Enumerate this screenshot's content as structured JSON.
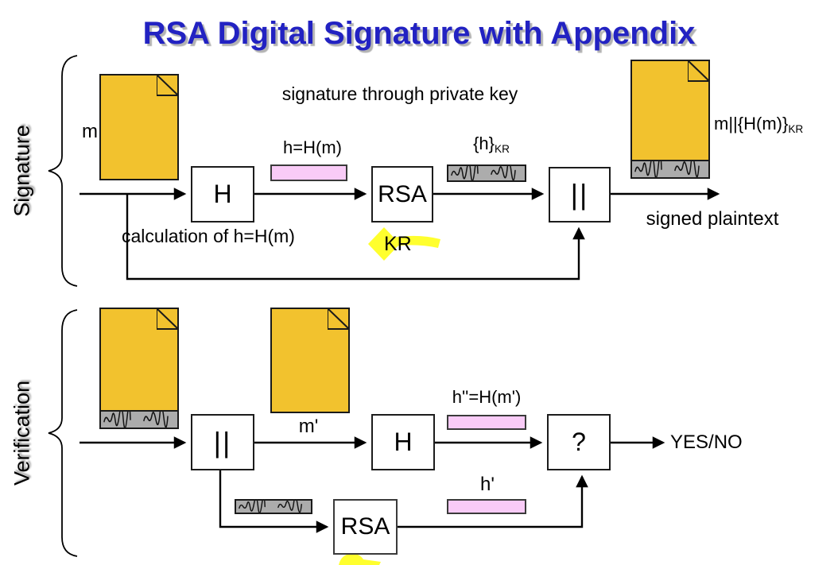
{
  "title": "RSA Digital Signature with Appendix",
  "colors": {
    "title_blue": "#2222C2",
    "doc_yellow": "#F2C22E",
    "pink_fill": "#F9CBF7",
    "gray_fill": "#ACACAC",
    "highlight_yellow": "#FFFF2E"
  },
  "signature_section": {
    "side_label": "Signature",
    "doc_label": "m",
    "top_caption": "signature through private key",
    "hash_label": "h=H(m)",
    "cipher_label": {
      "main": "{h}",
      "sub": "KR"
    },
    "boxes": {
      "hash": "H",
      "rsa": "RSA",
      "concat": "||"
    },
    "key_label": "KR",
    "calc_caption": "calculation of h=H(m)",
    "output_label": {
      "main": "m||{H(m)}",
      "sub": "KR"
    },
    "output_caption": "signed plaintext"
  },
  "verification_section": {
    "side_label": "Verification",
    "doc_label": "m'",
    "hash_output_label": "h''=H(m')",
    "decrypted_hash_label": "h'",
    "boxes": {
      "concat": "||",
      "hash": "H",
      "rsa": "RSA",
      "compare": "?"
    },
    "result_label": "YES/NO"
  }
}
